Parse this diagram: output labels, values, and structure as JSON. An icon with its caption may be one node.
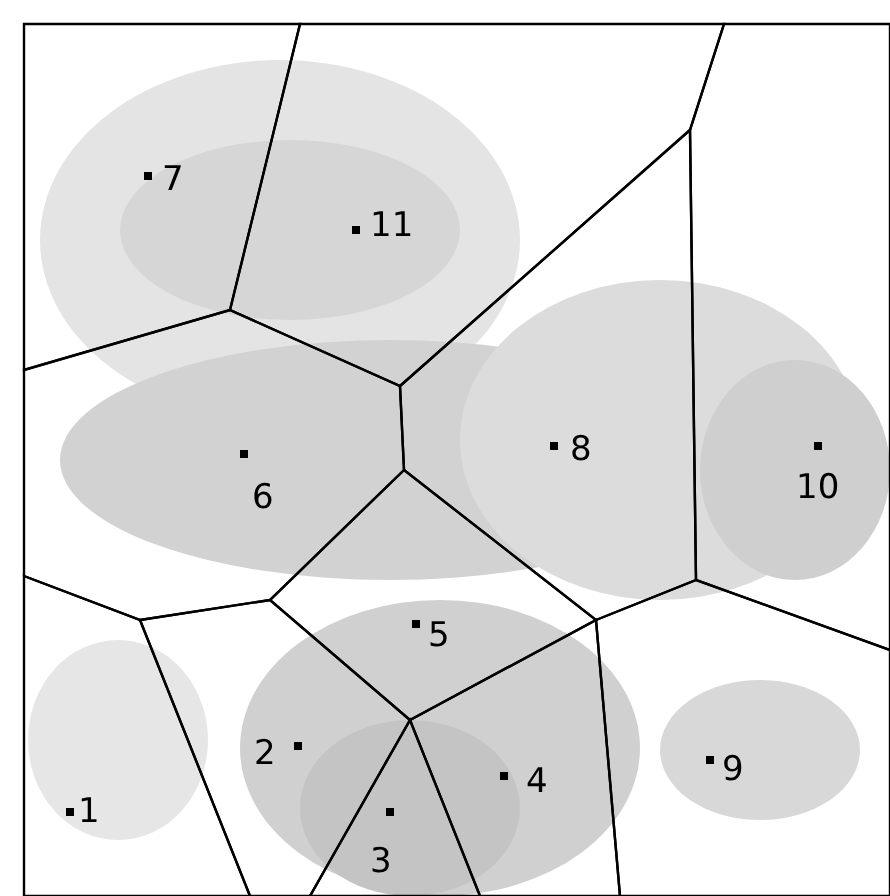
{
  "diagram": {
    "nodes": [
      {
        "text": [
          "7"
        ]
      },
      {
        "text": [
          "11"
        ]
      },
      {
        "text": [
          "8"
        ]
      },
      {
        "text": [
          "10"
        ]
      },
      {
        "text": [
          "6"
        ]
      },
      {
        "text": [
          "5"
        ]
      },
      {
        "text": [
          "2"
        ]
      },
      {
        "text": [
          "9"
        ]
      },
      {
        "text": [
          "4"
        ]
      },
      {
        "text": [
          "1"
        ]
      },
      {
        "text": [
          "3"
        ]
      }
    ]
  }
}
